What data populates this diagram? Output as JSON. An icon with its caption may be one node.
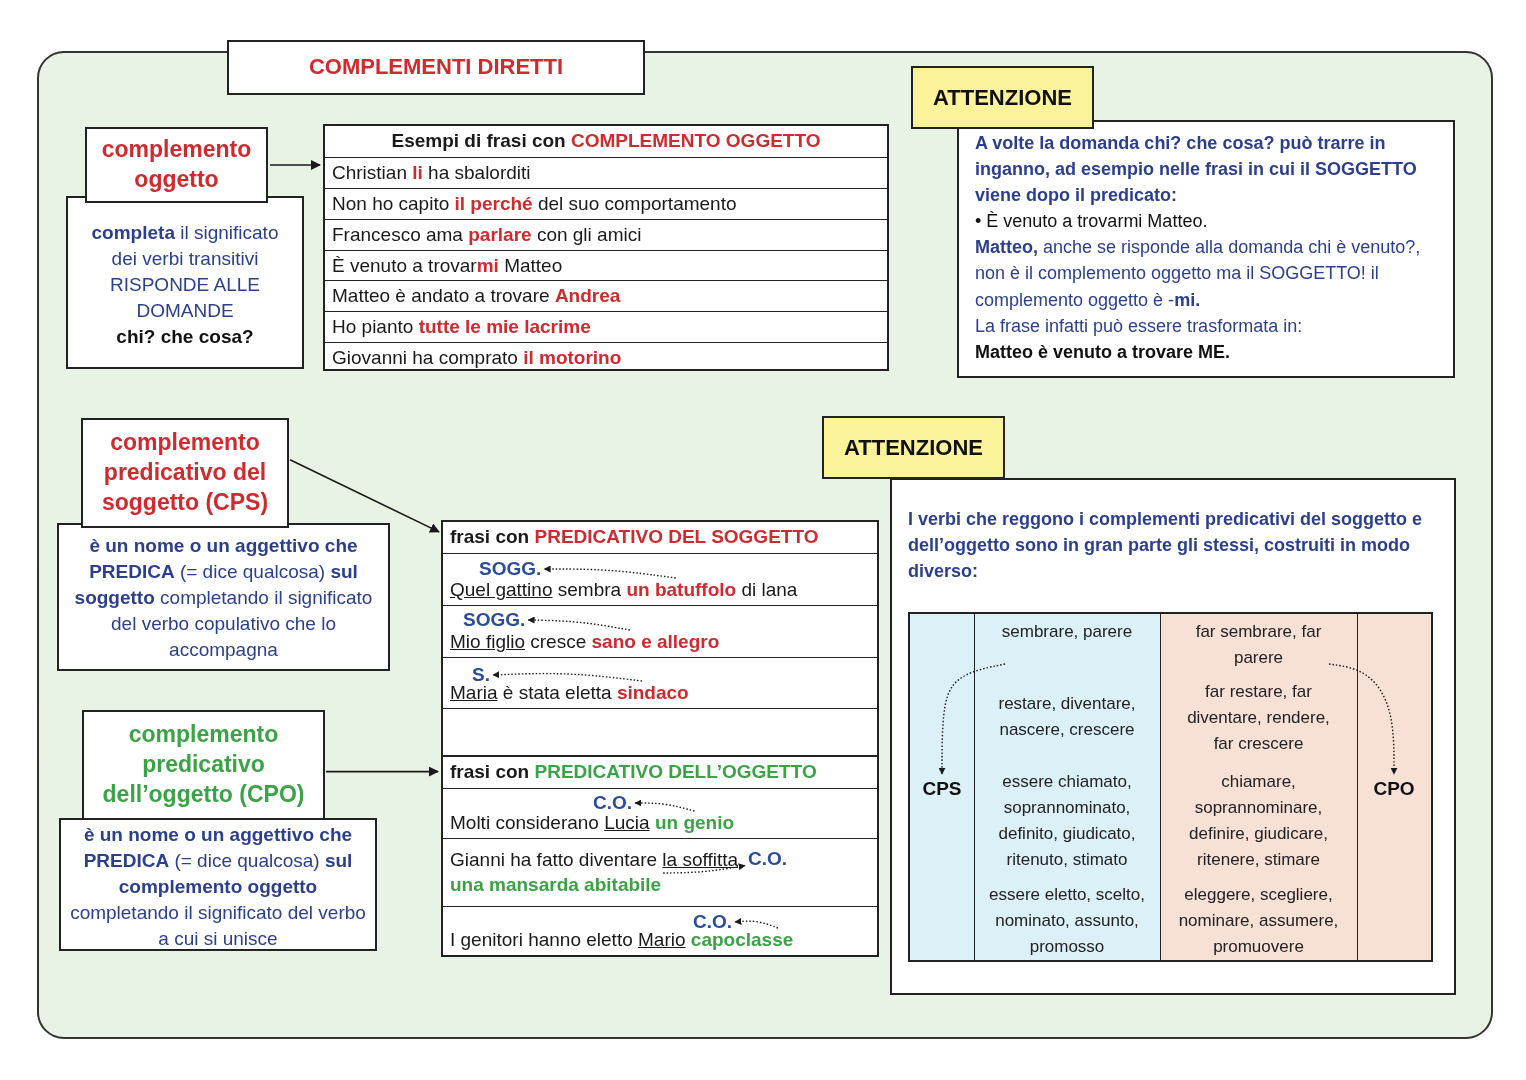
{
  "diagram": {
    "title": "COMPLEMENTI DIRETTI",
    "nodes": [
      {
        "text": [
          "complemento oggetto"
        ]
      },
      {
        "text": [
          "**completa** il significato dei verbi transitivi RISPONDE ALLE DOMANDE",
          "chi? che cosa?"
        ]
      },
      {
        "text": [
          "Esempi di frasi con",
          "COMPLEMENTO OGGETTO",
          "Christian **li** ha sbalorditi",
          "Non ho capito **il perché** del suo comportamento",
          "Francesco ama **parlare** con gli amici",
          "È venuto a trovar**mi** Matteo",
          "Matteo è andato a trovare **Andrea**",
          "Ho pianto **tutte le mie lacrime**",
          "Giovanni ha comprato **il motorino**"
        ]
      },
      {
        "text": [
          "ATTENZIONE"
        ]
      },
      {
        "text": [
          "A volte la domanda chi? che cosa? può trarre in inganno, ad esempio nelle frasi in cui il SOGGETTO viene dopo il predicato:",
          "• È venuto a trovarmi Matteo.",
          "**Matteo,** anche se risponde alla domanda chi è venuto?, non è il complemento oggetto ma il SOGGETTO! il complemento oggetto è -**mi.**",
          "La frase infatti può essere trasformata in:",
          "Matteo è venuto a trovare ME."
        ]
      },
      {
        "text": [
          "complemento predicativo del soggetto (CPS)"
        ]
      },
      {
        "text": [
          "**è un nome o un aggettivo che PREDICA** (= dice qualcosa) **sul soggetto** completando il significato del verbo copulativo che lo accompagna"
        ]
      },
      {
        "text": [
          "complemento predicativo dell’oggetto (CPO)"
        ]
      },
      {
        "text": [
          "**è un nome o un aggettivo che PREDICA** (= dice qualcosa) **sul complemento oggetto** completando il significato del verbo a cui si unisce"
        ]
      },
      {
        "text": [
          "frasi con",
          "PREDICATIVO DEL SOGGETTO"
        ]
      },
      {
        "text": [
          "Quel gattino",
          "sembra **un batuffolo** di lana"
        ],
        "in": 9
      },
      {
        "text": [
          "SOGG."
        ],
        "in": 10
      },
      {
        "text": [
          "Mio figlio",
          "cresce **sano e allegro**"
        ],
        "in": 9
      },
      {
        "text": [
          "SOGG."
        ],
        "in": 12
      },
      {
        "text": [
          "Maria",
          "è stata eletta **sindaco**"
        ],
        "in": 9
      },
      {
        "text": [
          "S."
        ],
        "in": 14
      },
      {
        "text": [
          "frasi con",
          "PREDICATIVO DELL’OGGETTO"
        ]
      },
      {
        "text": [
          "Molti considerano",
          "Lucia",
          "**un genio**"
        ],
        "in": 16
      },
      {
        "text": [
          "C.O."
        ],
        "in": 17
      },
      {
        "text": [
          "Gianni ha fatto diventare",
          "la soffitta",
          "**una mansarda abitabile**"
        ],
        "in": 16
      },
      {
        "text": [
          "C.O."
        ],
        "in": 19
      },
      {
        "text": [
          "I genitori hanno eletto",
          "Mario",
          "**capoclasse**"
        ],
        "in": 16
      },
      {
        "text": [
          "C.O."
        ],
        "in": 21
      },
      {
        "text": [
          "ATTENZIONE"
        ]
      },
      {
        "text": [
          "I verbi che reggono i complementi predicativi del soggetto e dell’oggetto sono in gran parte gli stessi, costruiti in modo diverso:"
        ]
      },
      {
        "text": [
          "sembrare, parere",
          "far sembrare, far parere",
          "restare, diventare, nascere, crescere",
          "far restare, far diventare, rendere, far crescere",
          "essere chiamato, soprannominato, definito, giudicato, ritenuto, stimato",
          "chiamare, soprannominare, definire, giudicare, ritenere, stimare",
          "essere eletto, scelto, nominato, assunto, promosso",
          "eleggere, scegliere, nominare, assumere, promuovere"
        ],
        "in": 24
      },
      {
        "text": [
          "CPS"
        ],
        "in": 25
      },
      {
        "text": [
          "CPO"
        ],
        "in": 25
      }
    ],
    "edges": [
      {
        "from": 0,
        "to": 2,
        "arrow": "to"
      },
      {
        "from": 5,
        "to": 9,
        "arrow": "to"
      },
      {
        "from": 7,
        "to": 16,
        "arrow": "to"
      },
      {
        "from": null,
        "to": 11,
        "arrow": "to",
        "style": "dashed"
      },
      {
        "from": null,
        "to": 13,
        "arrow": "to",
        "style": "dashed"
      },
      {
        "from": null,
        "to": 15,
        "arrow": "to",
        "style": "dashed"
      },
      {
        "from": null,
        "to": 18,
        "arrow": "to",
        "style": "dashed"
      },
      {
        "from": null,
        "to": 20,
        "arrow": "to",
        "style": "dashed"
      },
      {
        "from": null,
        "to": 22,
        "arrow": "to",
        "style": "dashed"
      },
      {
        "from": null,
        "to": 26,
        "arrow": "to",
        "style": "dashed"
      },
      {
        "from": null,
        "to": 27,
        "arrow": "to",
        "style": "dashed"
      }
    ]
  }
}
